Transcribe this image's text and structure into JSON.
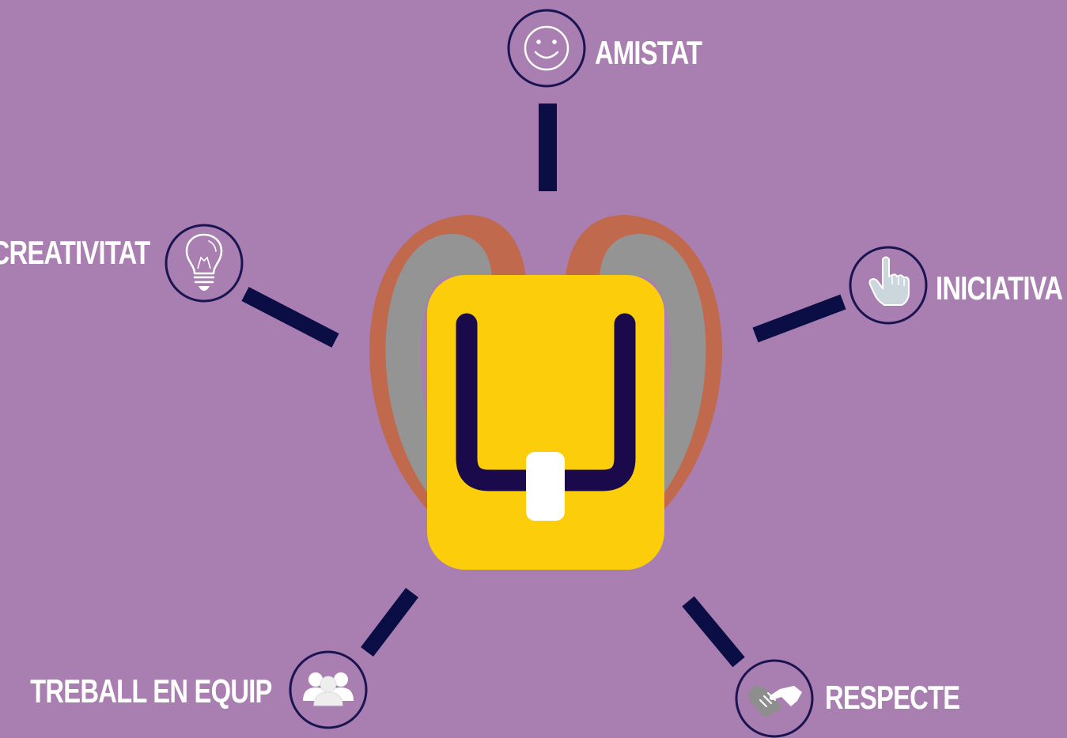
{
  "colors": {
    "background": "#a97eb0",
    "connector": "#0b0d45",
    "icon_ring": "#1a1450",
    "strap_outer": "#c0694c",
    "strap_inner": "#949494",
    "bag_body": "#fbcd0b",
    "bag_flap": "#1a0a4c",
    "bag_buckle": "#ffffff",
    "icon_glyph": "#ffffff",
    "icon_glyph_grey": "#8e8e8e",
    "icon_glyph_light": "#ccd7dd"
  },
  "nodes": {
    "amistat": {
      "label": "AMISTAT",
      "icon": "smiley-icon"
    },
    "creativitat": {
      "label": "CREATIVITAT",
      "icon": "lightbulb-icon"
    },
    "iniciativa": {
      "label": "INICIATIVA",
      "icon": "pointing-hand-icon"
    },
    "treball": {
      "label": "TREBALL EN EQUIP",
      "icon": "team-icon"
    },
    "respecte": {
      "label": "RESPECTE",
      "icon": "handshake-icon"
    }
  }
}
